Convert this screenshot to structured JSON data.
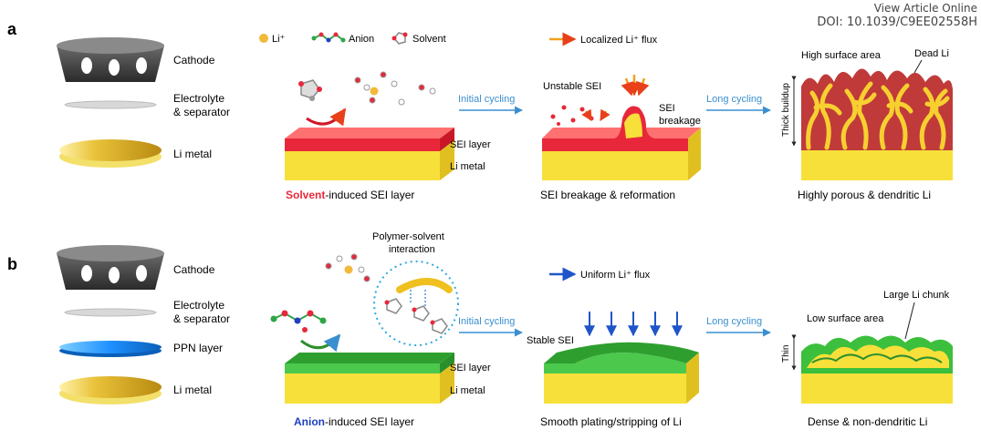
{
  "watermark": {
    "line1": "View Article Online",
    "line2": "DOI: 10.1039/C9EE02558H"
  },
  "panel_a": {
    "letter": "a",
    "stack": {
      "cathode": "Cathode",
      "electrolyte_1": "Electrolyte",
      "electrolyte_2": "& separator",
      "li_metal": "Li metal"
    },
    "legend": {
      "li": "Li⁺",
      "anion": "Anion",
      "solvent": "Solvent",
      "flux": "Localized Li⁺ flux"
    },
    "step1": {
      "sei": "SEI layer",
      "li": "Li metal",
      "caption_highlight": "Solvent",
      "caption_rest": "-induced SEI layer"
    },
    "arrow1": "Initial cycling",
    "step2": {
      "unstable": "Unstable SEI",
      "breakage_1": "SEI",
      "breakage_2": "breakage",
      "caption": "SEI breakage & reformation"
    },
    "arrow2": "Long cycling",
    "step3": {
      "high_area": "High surface area",
      "dead_li": "Dead Li",
      "thick": "Thick buildup",
      "caption": "Highly porous & dendritic Li"
    }
  },
  "panel_b": {
    "letter": "b",
    "stack": {
      "cathode": "Cathode",
      "electrolyte_1": "Electrolyte",
      "electrolyte_2": "& separator",
      "ppn": "PPN layer",
      "li_metal": "Li metal"
    },
    "interaction_1": "Polymer-solvent",
    "interaction_2": "interaction",
    "legend": {
      "flux": "Uniform Li⁺ flux"
    },
    "step1": {
      "sei": "SEI layer",
      "li": "Li metal",
      "caption_highlight": "Anion",
      "caption_rest": "-induced SEI layer"
    },
    "arrow1": "Initial cycling",
    "step2": {
      "stable": "Stable SEI",
      "caption": "Smooth plating/stripping of Li"
    },
    "arrow2": "Long cycling",
    "step3": {
      "chunk": "Large Li chunk",
      "low_area": "Low surface area",
      "thin": "Thin",
      "caption": "Dense & non-dendritic Li"
    }
  },
  "colors": {
    "li_yellow": "#f7e03a",
    "sei_red": "#e8283a",
    "sei_green": "#3cbf3c",
    "ppn_blue": "#1e90ff",
    "arrow_blue": "#3a8fd0",
    "solvent_red": "#e8283a",
    "anion_blue": "#1f3fbf"
  }
}
